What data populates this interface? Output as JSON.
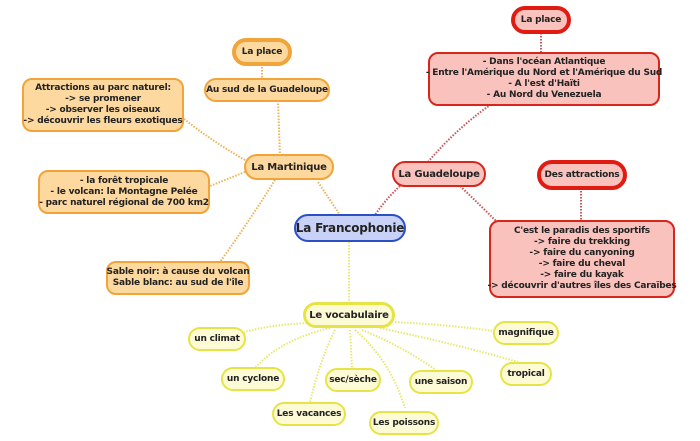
{
  "center": {
    "label": "La Francophonie"
  },
  "martinique": {
    "label": "La Martinique",
    "place_title": "La place",
    "place_detail": "Au sud de la Guadeloupe",
    "attractions": [
      "Attractions au parc naturel:",
      "-> se promener",
      "-> observer les oiseaux",
      "-> découvrir les fleurs exotiques"
    ],
    "features": [
      "- la forêt tropicale",
      "- le volcan: la Montagne Pelée",
      "- parc naturel régional de 700 km2"
    ],
    "sand": [
      "Sable noir: à cause du volcan",
      "Sable blanc: au sud de l'île"
    ]
  },
  "guadeloupe": {
    "label": "La Guadeloupe",
    "place_title": "La place",
    "place_detail": [
      "- Dans l'océan Atlantique",
      "- Entre l'Amérique du Nord et l'Amérique du Sud",
      "- A l'est d'Haïti",
      "- Au Nord du Venezuela"
    ],
    "attractions_title": "Des attractions",
    "attractions_detail": [
      "C'est le paradis des sportifs",
      "-> faire du trekking",
      "-> faire du canyoning",
      "-> faire du cheval",
      "-> faire du kayak",
      "-> découvrir d'autres îles des Caraïbes"
    ]
  },
  "vocabulaire": {
    "label": "Le vocabulaire",
    "words": [
      "un climat",
      "un cyclone",
      "Les vacances",
      "sec/sèche",
      "Les poissons",
      "une saison",
      "tropical",
      "magnifique"
    ]
  },
  "colors": {
    "orange_fill": "#fdd9a0",
    "orange_border": "#f0a43a",
    "red_fill": "#f9c2bd",
    "red_border": "#d9261c",
    "yellow_fill": "#fdfbd6",
    "yellow_border": "#e6e445",
    "blue_fill": "#c9d1f7",
    "blue_border": "#2b4fc7"
  }
}
